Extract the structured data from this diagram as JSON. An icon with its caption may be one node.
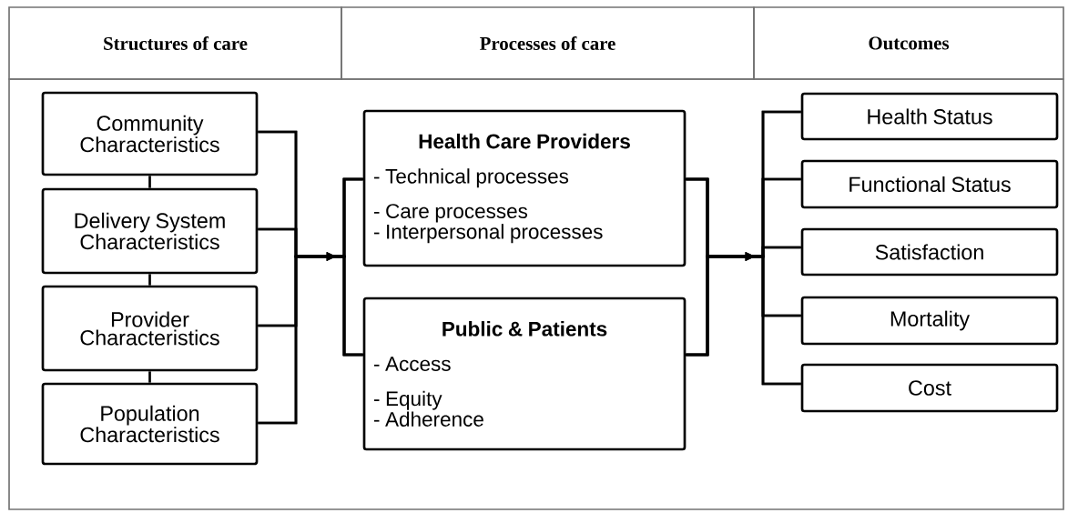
{
  "diagram": {
    "nodes": [
      {
        "text": [
          "Structures of care"
        ]
      },
      {
        "text": [
          "Processes of care"
        ]
      },
      {
        "text": [
          "Outcomes"
        ]
      },
      {
        "text": [
          "Community Characteristics"
        ]
      },
      {
        "text": [
          "Delivery System Characteristics"
        ]
      },
      {
        "text": [
          "Provider Characteristics"
        ]
      },
      {
        "text": [
          "Population Characteristics"
        ]
      },
      {
        "text": [
          "Health Care Providers",
          "- Technical processes",
          "- Care processes",
          "- Interpersonal processes"
        ]
      },
      {
        "text": [
          "Public & Patients",
          "- Access",
          "- Equity",
          "- Adherence"
        ]
      },
      {
        "text": [
          "Health Status"
        ]
      },
      {
        "text": [
          "Functional Status"
        ]
      },
      {
        "text": [
          "Satisfaction"
        ]
      },
      {
        "text": [
          "Mortality"
        ]
      },
      {
        "text": [
          "Cost"
        ]
      }
    ],
    "edges": [
      {
        "from": 3,
        "to": 4,
        "arrow": "none"
      },
      {
        "from": 4,
        "to": 5,
        "arrow": "none"
      },
      {
        "from": 5,
        "to": 6,
        "arrow": "none"
      },
      {
        "from": 3,
        "to": 7,
        "arrow": "to"
      },
      {
        "from": 4,
        "to": 7,
        "arrow": "to"
      },
      {
        "from": 5,
        "to": 7,
        "arrow": "to"
      },
      {
        "from": 6,
        "to": 7,
        "arrow": "to"
      },
      {
        "from": 3,
        "to": 8,
        "arrow": "to"
      },
      {
        "from": 4,
        "to": 8,
        "arrow": "to"
      },
      {
        "from": 5,
        "to": 8,
        "arrow": "to"
      },
      {
        "from": 6,
        "to": 8,
        "arrow": "to"
      },
      {
        "from": 7,
        "to": 9,
        "arrow": "to"
      },
      {
        "from": 7,
        "to": 10,
        "arrow": "to"
      },
      {
        "from": 7,
        "to": 11,
        "arrow": "to"
      },
      {
        "from": 7,
        "to": 12,
        "arrow": "to"
      },
      {
        "from": 7,
        "to": 13,
        "arrow": "to"
      },
      {
        "from": 8,
        "to": 9,
        "arrow": "to"
      },
      {
        "from": 8,
        "to": 10,
        "arrow": "to"
      },
      {
        "from": 8,
        "to": 11,
        "arrow": "to"
      },
      {
        "from": 8,
        "to": 12,
        "arrow": "to"
      },
      {
        "from": 8,
        "to": 13,
        "arrow": "to"
      }
    ]
  }
}
